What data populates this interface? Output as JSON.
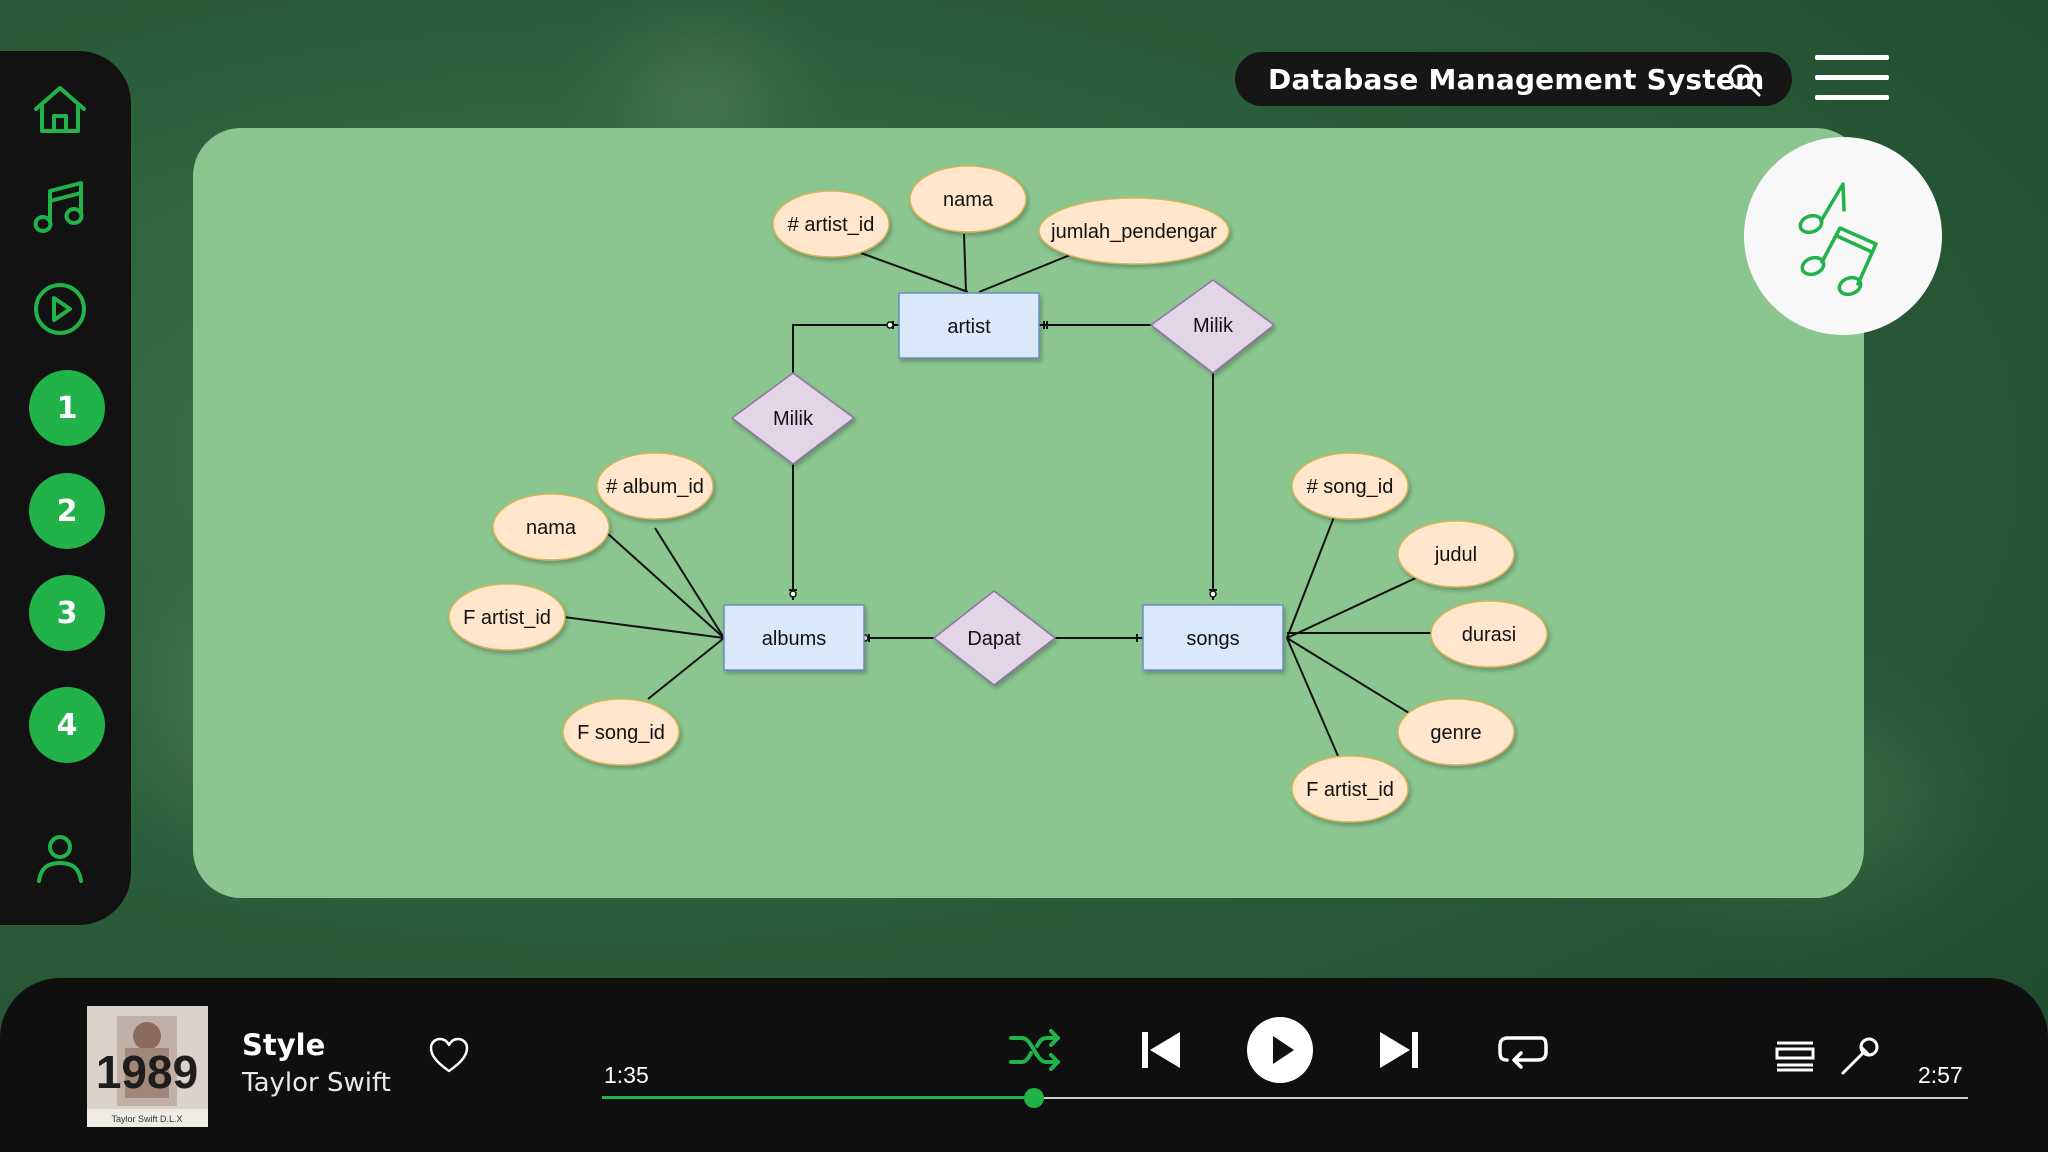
{
  "app": {
    "title": "Database Management System"
  },
  "sidebar": {
    "items": [
      {
        "name": "home",
        "icon": "home-icon"
      },
      {
        "name": "music",
        "icon": "music-note-icon"
      },
      {
        "name": "play",
        "icon": "play-circle-icon"
      },
      {
        "label": "1"
      },
      {
        "label": "2"
      },
      {
        "label": "3"
      },
      {
        "label": "4"
      },
      {
        "name": "profile",
        "icon": "user-icon"
      }
    ]
  },
  "diagram": {
    "entities": [
      "artist",
      "albums",
      "songs"
    ],
    "relationships": [
      "Milik",
      "Milik",
      "Dapat"
    ],
    "attributes": {
      "artist": [
        "# artist_id",
        "nama",
        "jumlah_pendengar"
      ],
      "albums": [
        "# album_id",
        "nama",
        "F artist_id",
        "F song_id"
      ],
      "songs": [
        "# song_id",
        "judul",
        "durasi",
        "genre",
        "F artist_id"
      ]
    }
  },
  "player": {
    "song_title": "Style",
    "artist": "Taylor Swift",
    "album_cover_text": "1989",
    "album_cover_caption": "Taylor Swift  D.L.X",
    "current_time": "1:35",
    "total_time": "2:57",
    "progress_fraction": 0.316,
    "shuffle_active": true
  },
  "colors": {
    "accent": "#21b24a",
    "panel": "#8bc690",
    "entity_fill": "#dae8fc",
    "attribute_fill": "#ffe6cc",
    "relationship_fill": "#e1d5e7"
  }
}
